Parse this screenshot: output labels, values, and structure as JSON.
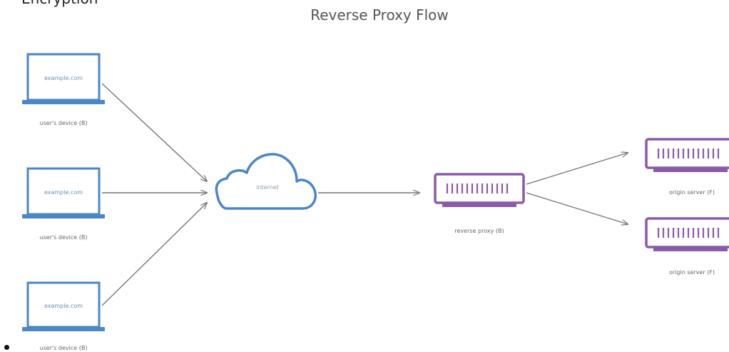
{
  "section_heading": "Encryption",
  "diagram": {
    "title": "Reverse Proxy Flow",
    "devices": [
      {
        "screen_text": "example.com",
        "label": "user's device (B)"
      },
      {
        "screen_text": "example.com",
        "label": "user's device (B)"
      },
      {
        "screen_text": "example.com",
        "label": "user's device (B)"
      }
    ],
    "cloud_label": "internet",
    "proxy_label": "reverse proxy (B)",
    "servers": [
      {
        "label": "origin server (F)"
      },
      {
        "label": "origin server (F)"
      }
    ]
  },
  "colors": {
    "device_blue": "#4a86c8",
    "server_purple": "#8a5aa8",
    "arrow_gray": "#777777"
  }
}
